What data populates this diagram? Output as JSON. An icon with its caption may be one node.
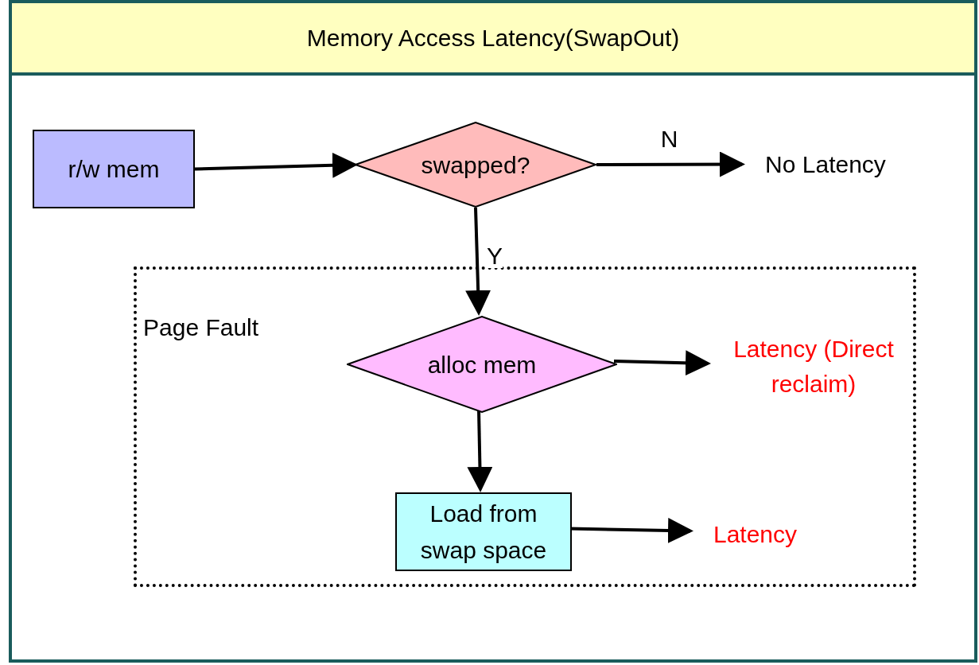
{
  "diagram": {
    "title": "Memory Access Latency(SwapOut)",
    "nodes": [
      {
        "text": [
          "r/w mem"
        ]
      },
      {
        "text": [
          "swapped?"
        ]
      },
      {
        "text": [
          "No Latency"
        ]
      },
      {
        "text": [
          "Page Fault"
        ]
      },
      {
        "text": [
          "alloc mem"
        ],
        "in": 3
      },
      {
        "text": [
          "Latency (Direct reclaim)"
        ],
        "in": 3
      },
      {
        "text": [
          "Load from swap space"
        ],
        "in": 3
      },
      {
        "text": [
          "Latency"
        ],
        "in": 3
      }
    ],
    "edges": [
      {
        "from": 0,
        "to": 1,
        "arrow": "to"
      },
      {
        "from": 1,
        "to": 2,
        "arrow": "to",
        "label": "N"
      },
      {
        "from": 1,
        "to": 4,
        "arrow": "to",
        "label": "Y"
      },
      {
        "from": 4,
        "to": 5,
        "arrow": "to"
      },
      {
        "from": 4,
        "to": 6,
        "arrow": "to"
      },
      {
        "from": 6,
        "to": 7,
        "arrow": "to"
      }
    ]
  }
}
